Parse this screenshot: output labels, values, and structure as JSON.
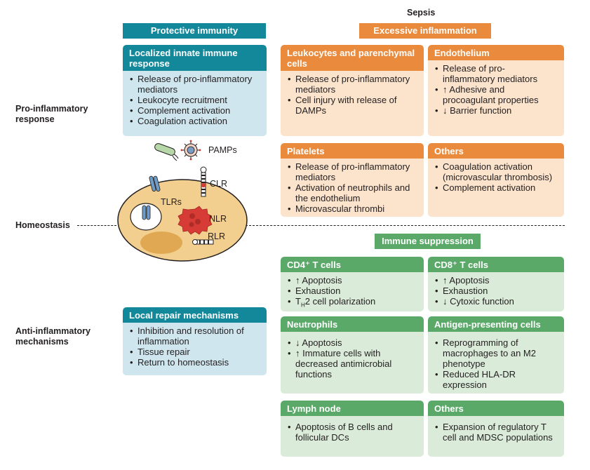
{
  "title": "Sepsis",
  "row_labels": {
    "pro": "Pro-inflammatory response",
    "homeostasis": "Homeostasis",
    "anti": "Anti-inflammatory mechanisms"
  },
  "headers": {
    "protective": "Protective immunity",
    "excessive": "Excessive inflammation",
    "suppression": "Immune suppression"
  },
  "protective_cards": [
    {
      "title": "Localized innate immune response",
      "items": [
        "Release of pro-inflammatory mediators",
        "Leukocyte recruitment",
        "Complement activation",
        "Coagulation activation"
      ]
    },
    {
      "title": "Local repair mechanisms",
      "items": [
        "Inhibition and resolution of inflammation",
        "Tissue repair",
        "Return to homeostasis"
      ]
    }
  ],
  "inflammation_cards": [
    {
      "title": "Leukocytes and parenchymal cells",
      "items": [
        "Release of pro-inflammatory mediators",
        "Cell injury with release of DAMPs"
      ]
    },
    {
      "title": "Endothelium",
      "items": [
        "Release of pro-inflammatory mediators",
        "↑ Adhesive and procoagulant properties",
        "↓ Barrier function"
      ]
    },
    {
      "title": "Platelets",
      "items": [
        "Release of pro-inflammatory mediators",
        "Activation of neutrophils and the endothelium",
        "Microvascular thrombi"
      ]
    },
    {
      "title": "Others",
      "items": [
        "Coagulation activation (microvascular thrombosis)",
        "Complement activation"
      ]
    }
  ],
  "suppression_cards": [
    {
      "title": "CD4⁺ T cells",
      "items": [
        "↑ Apoptosis",
        "Exhaustion",
        "TH2 cell polarization"
      ]
    },
    {
      "title": "CD8⁺ T cells",
      "items": [
        "↑ Apoptosis",
        "Exhaustion",
        "↓ Cytoxic function"
      ]
    },
    {
      "title": "Neutrophils",
      "items": [
        "↓ Apoptosis",
        "↑ Immature cells with decreased antimicrobial functions"
      ]
    },
    {
      "title": "Antigen-presenting cells",
      "items": [
        "Reprogramming of macrophages to an M2 phenotype",
        "Reduced HLA-DR expression"
      ]
    },
    {
      "title": "Lymph node",
      "items": [
        "Apoptosis of B cells and follicular DCs"
      ]
    },
    {
      "title": "Others",
      "items": [
        "Expansion of regulatory T cell and MDSC populations"
      ]
    }
  ],
  "cell_labels": {
    "pamps": "PAMPs",
    "tlrs": "TLRs",
    "clr": "CLR",
    "nlr": "NLR",
    "rlr": "RLR"
  },
  "colors": {
    "teal_header": "#13889a",
    "teal_body": "#cfe6ee",
    "orange_header": "#e98a3d",
    "orange_body": "#fbe3cc",
    "green_header": "#5aa969",
    "green_body": "#daecd9",
    "cell_fill": "#f2cf8e",
    "nlr_red": "#d63b35"
  }
}
